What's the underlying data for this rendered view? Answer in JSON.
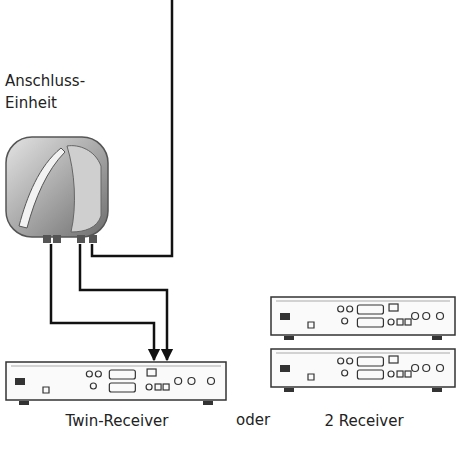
{
  "diagram": {
    "nodes": [
      {
        "text": [
          "Anschluss- Einheit"
        ]
      },
      {
        "text": [
          "Twin-Receiver"
        ]
      },
      {
        "text": [
          "2 Receiver"
        ]
      }
    ],
    "edges": [
      {
        "from": 0,
        "to": 1,
        "arrow": "to"
      },
      {
        "from": 0,
        "to": 1,
        "arrow": "to"
      }
    ],
    "labels": [
      "oder"
    ]
  }
}
